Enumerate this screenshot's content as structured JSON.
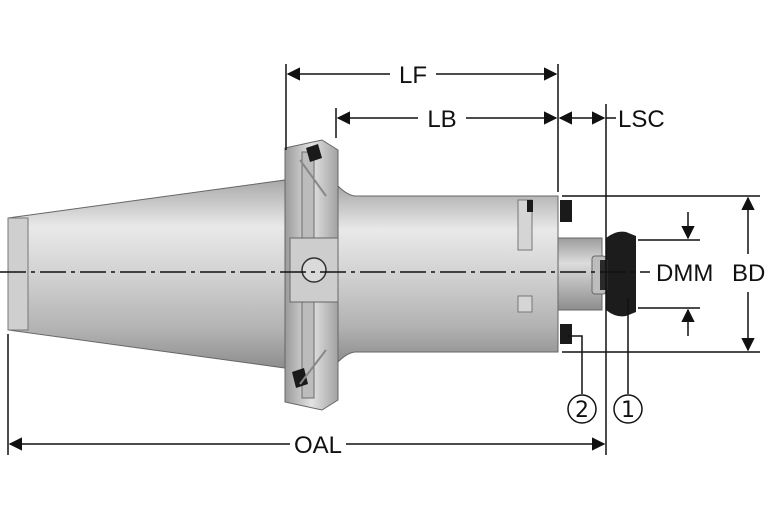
{
  "dimensions": {
    "lf": "LF",
    "lb": "LB",
    "lsc": "LSC",
    "dmm": "DMM",
    "bd": "BD",
    "oal": "OAL"
  },
  "callouts": {
    "item1": "1",
    "item2": "2"
  },
  "colors": {
    "line": "#111111",
    "body_light": "#e6e6e6",
    "body_mid": "#bdbdbd",
    "body_dark": "#8a8a8a",
    "part_black": "#1a1a1a"
  }
}
